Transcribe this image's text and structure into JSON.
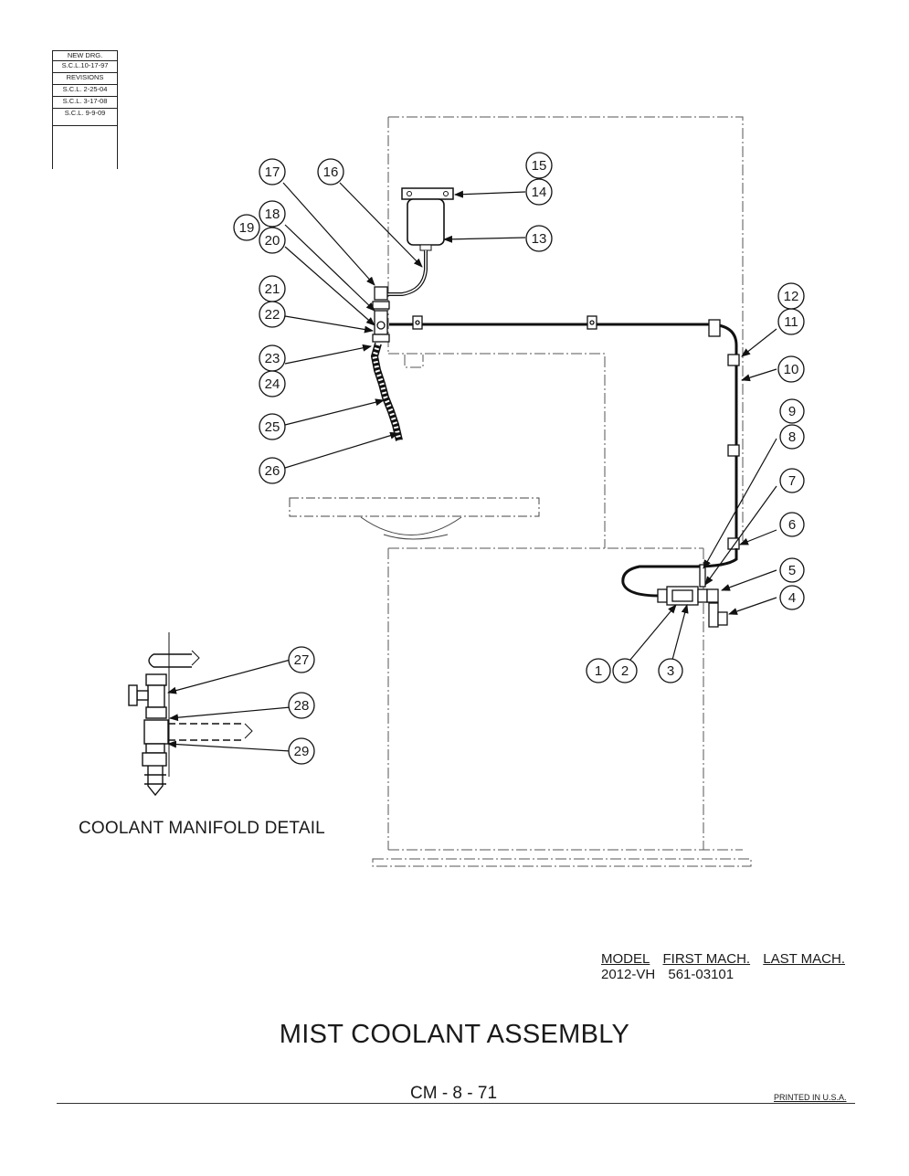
{
  "revision_block": {
    "rows": [
      "NEW DRG.",
      "S.C.L.10-17-97",
      "REVISIONS",
      "S.C.L. 2-25-04",
      "S.C.L. 3-17-08",
      "S.C.L. 9-9-09"
    ]
  },
  "callouts": [
    "1",
    "2",
    "3",
    "4",
    "5",
    "6",
    "7",
    "8",
    "9",
    "10",
    "11",
    "12",
    "13",
    "14",
    "15",
    "16",
    "17",
    "18",
    "19",
    "20",
    "21",
    "22",
    "23",
    "24",
    "25",
    "26",
    "27",
    "28",
    "29"
  ],
  "detail_title": "COOLANT MANIFOLD DETAIL",
  "model_table": {
    "headers": [
      "MODEL",
      "FIRST MACH.",
      "LAST MACH."
    ],
    "row": [
      "2012-VH",
      "561-03101",
      ""
    ]
  },
  "title": "MIST COOLANT ASSEMBLY",
  "page_number": "CM - 8 - 71",
  "printed_note": "PRINTED IN U.S.A."
}
